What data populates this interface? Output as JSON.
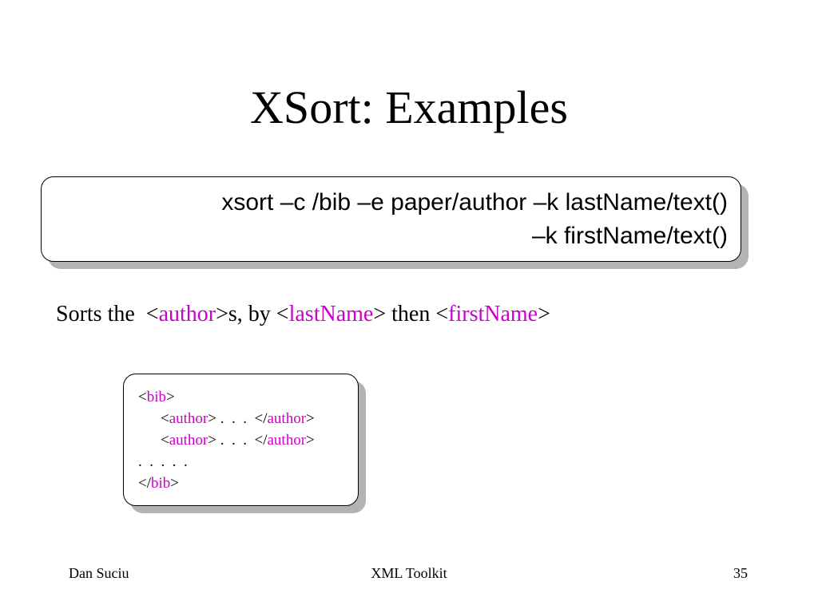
{
  "title": "XSort: Examples",
  "command": {
    "line1": "xsort –c /bib –e paper/author –k lastName/text()",
    "line2": "–k firstName/text()"
  },
  "description": {
    "prefix": "Sorts the  <",
    "tag1": "author",
    "mid1": ">s, by <",
    "tag2": "lastName",
    "mid2": "> then <",
    "tag3": "firstName",
    "suffix": ">"
  },
  "xml_example": {
    "line1": {
      "open": "<",
      "tag": "bib",
      "close": ">"
    },
    "line2": {
      "open": "<",
      "tag": "author",
      "middle": "> .  .  .  </",
      "tag_end": "author",
      "close": ">"
    },
    "line3": {
      "open": "<",
      "tag": "author",
      "middle": "> .  .  .  </",
      "tag_end": "author",
      "close": ">"
    },
    "line4": ".  .  .  .  .",
    "line5": {
      "open": "</",
      "tag": "bib",
      "close": ">"
    }
  },
  "footer": {
    "author": "Dan Suciu",
    "course": "XML Toolkit",
    "page_number": "35"
  },
  "colors": {
    "tag_color": "#cc00cc",
    "shadow": "#b3b3b3"
  }
}
